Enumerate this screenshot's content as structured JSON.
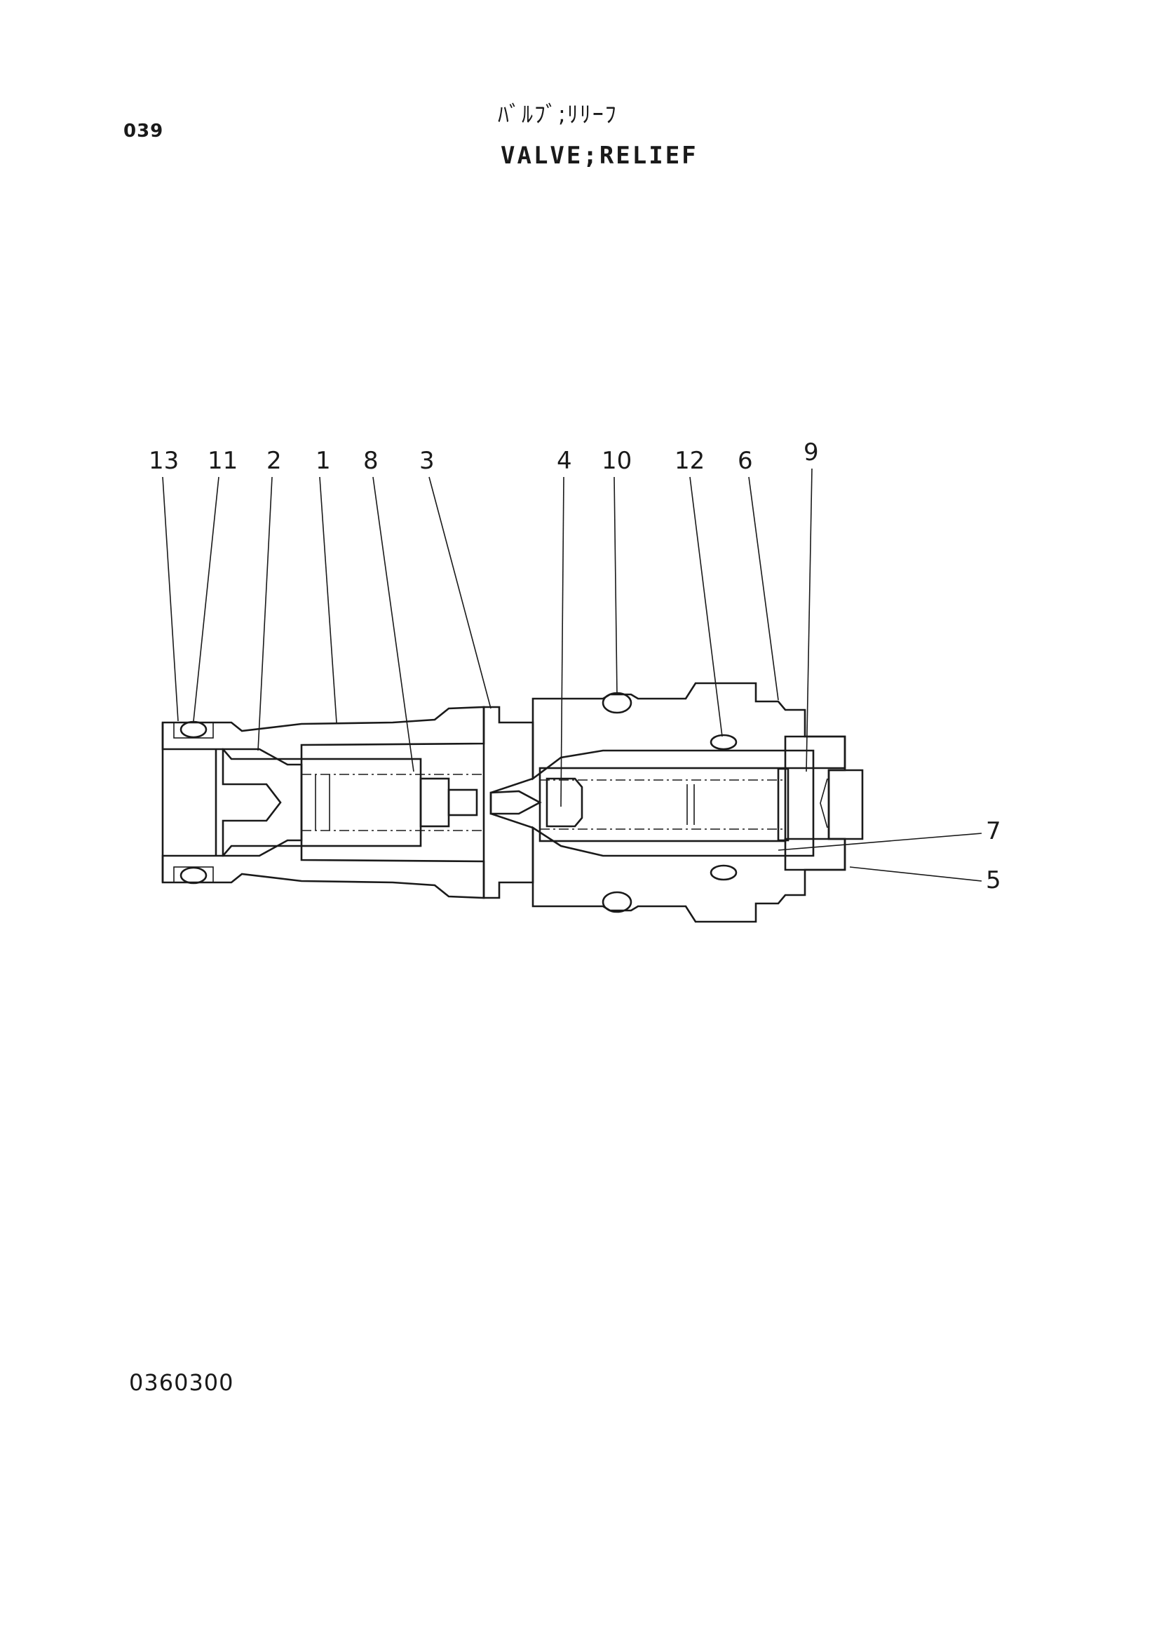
{
  "header": {
    "page_number": "039",
    "title_jp": "ﾊﾞﾙﾌﾞ;ﾘﾘｰﾌ",
    "title_en": "VALVE;RELIEF"
  },
  "footer": {
    "drawing_id": "0360300"
  },
  "diagram": {
    "callouts": [
      "13",
      "11",
      "2",
      "1",
      "8",
      "3",
      "4",
      "10",
      "12",
      "6",
      "9",
      "7",
      "5"
    ]
  }
}
